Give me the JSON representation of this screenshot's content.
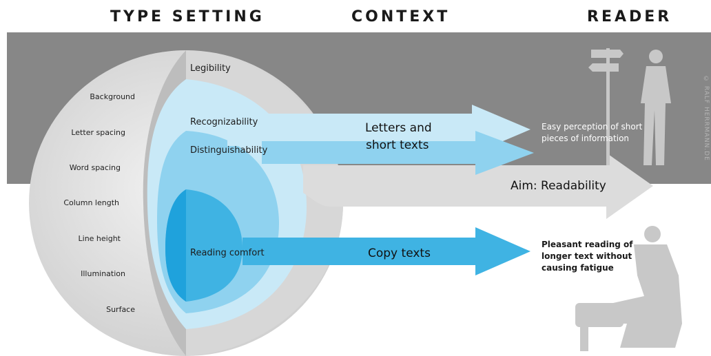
{
  "headers": {
    "type_setting": "TYPE SETTING",
    "context": "CONTEXT",
    "reader": "READER"
  },
  "factors": [
    "Background",
    "Letter spacing",
    "Word spacing",
    "Column length",
    "Line height",
    "Illumination",
    "Surface"
  ],
  "levels": {
    "legibility": "Legibility",
    "recognizability": "Recognizability",
    "distinguishability": "Distinguishability",
    "reading_comfort": "Reading comfort"
  },
  "arrows": {
    "letters_line1": "Letters and",
    "letters_line2": "short texts",
    "aim": "Aim: Readability",
    "copy": "Copy texts"
  },
  "readers": {
    "top_line1": "Easy perception of short",
    "top_line2": "pieces of information",
    "bottom_line1": "Pleasant reading of",
    "bottom_line2": "longer text without",
    "bottom_line3": "causing fatigue"
  },
  "watermark": "© RALF HERRMANN.DE",
  "colors": {
    "band": "#878787",
    "sphere_gray": "#d6d6d6",
    "blue_light": "#c9e9f7",
    "blue_mid": "#8fd2ef",
    "blue_deep": "#3fb3e3",
    "blue_core": "#1fa2dc",
    "aim_arrow": "#dcdcdc",
    "silhouette": "#c8c8c8"
  },
  "icons": [
    "signpost-icon",
    "standing-person-icon",
    "seated-reader-icon"
  ]
}
